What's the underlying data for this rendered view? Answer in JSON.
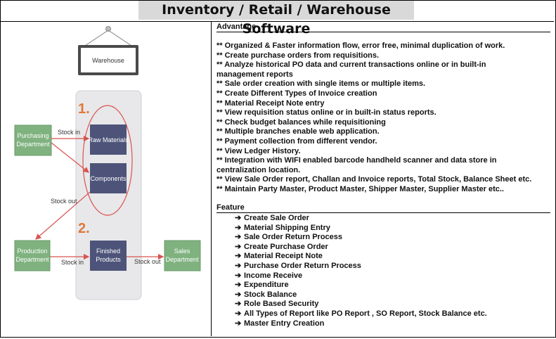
{
  "title": "Inventory / Retail / Warehouse Software",
  "diagram": {
    "sign_label": "Warehouse",
    "step_1": "1.",
    "step_2": "2.",
    "nodes": {
      "purchasing_line1": "Purchasing",
      "purchasing_line2": "Department",
      "raw_materials": "Raw Materials",
      "components": "Components",
      "production_line1": "Production",
      "production_line2": "Department",
      "finished_line1": "Finished",
      "finished_line2": "Products",
      "sales_line1": "Sales",
      "sales_line2": "Department"
    },
    "flows": {
      "stock_in_top": "Stock in",
      "stock_out_mid": "Stock out",
      "stock_in_bottom": "Stock in",
      "stock_out_bottom": "Stock out"
    },
    "colors": {
      "green_box": "#7fb27f",
      "navy_box": "#4e5479",
      "panel": "#e8e8ea",
      "arrow": "#d9534f",
      "number": "#e0783a"
    }
  },
  "advantage": {
    "heading": "Advantage",
    "items": [
      "** Organized & Faster information flow, error free, minimal duplication of work.",
      "** Create purchase orders from requisitions.",
      "** Analyze historical PO data and current transactions online or in built-in",
      "management reports",
      "** Sale order creation with single items or multiple items.",
      "** Create Different Types of Invoice creation",
      "** Material Receipt Note entry",
      "** View requisition status online or in built-in status reports.",
      "** Check budget balances while requisitioning",
      "** Multiple branches enable web application.",
      "** Payment collection from different vendor.",
      "** View Ledger History.",
      "** Integration with WIFI enabled barcode handheld scanner and data store in",
      "centralization location.",
      "** View Sale Order report, Challan and Invoice reports, Total Stock, Balance Sheet etc.",
      "** Maintain Party Master, Product Master, Shipper Master, Supplier Master etc.."
    ]
  },
  "feature": {
    "heading": "Feature",
    "arrow_glyph": "➔",
    "items": [
      "Create Sale Order",
      "Material Shipping Entry",
      "Sale Order Return Process",
      "Create Purchase Order",
      "Material Receipt Note",
      "Purchase Order Return Process",
      "Income Receive",
      "Expenditure",
      "Stock Balance",
      "Role Based Security",
      "All Types of Report like PO Report , SO Report, Stock Balance etc.",
      "Master Entry Creation"
    ]
  }
}
